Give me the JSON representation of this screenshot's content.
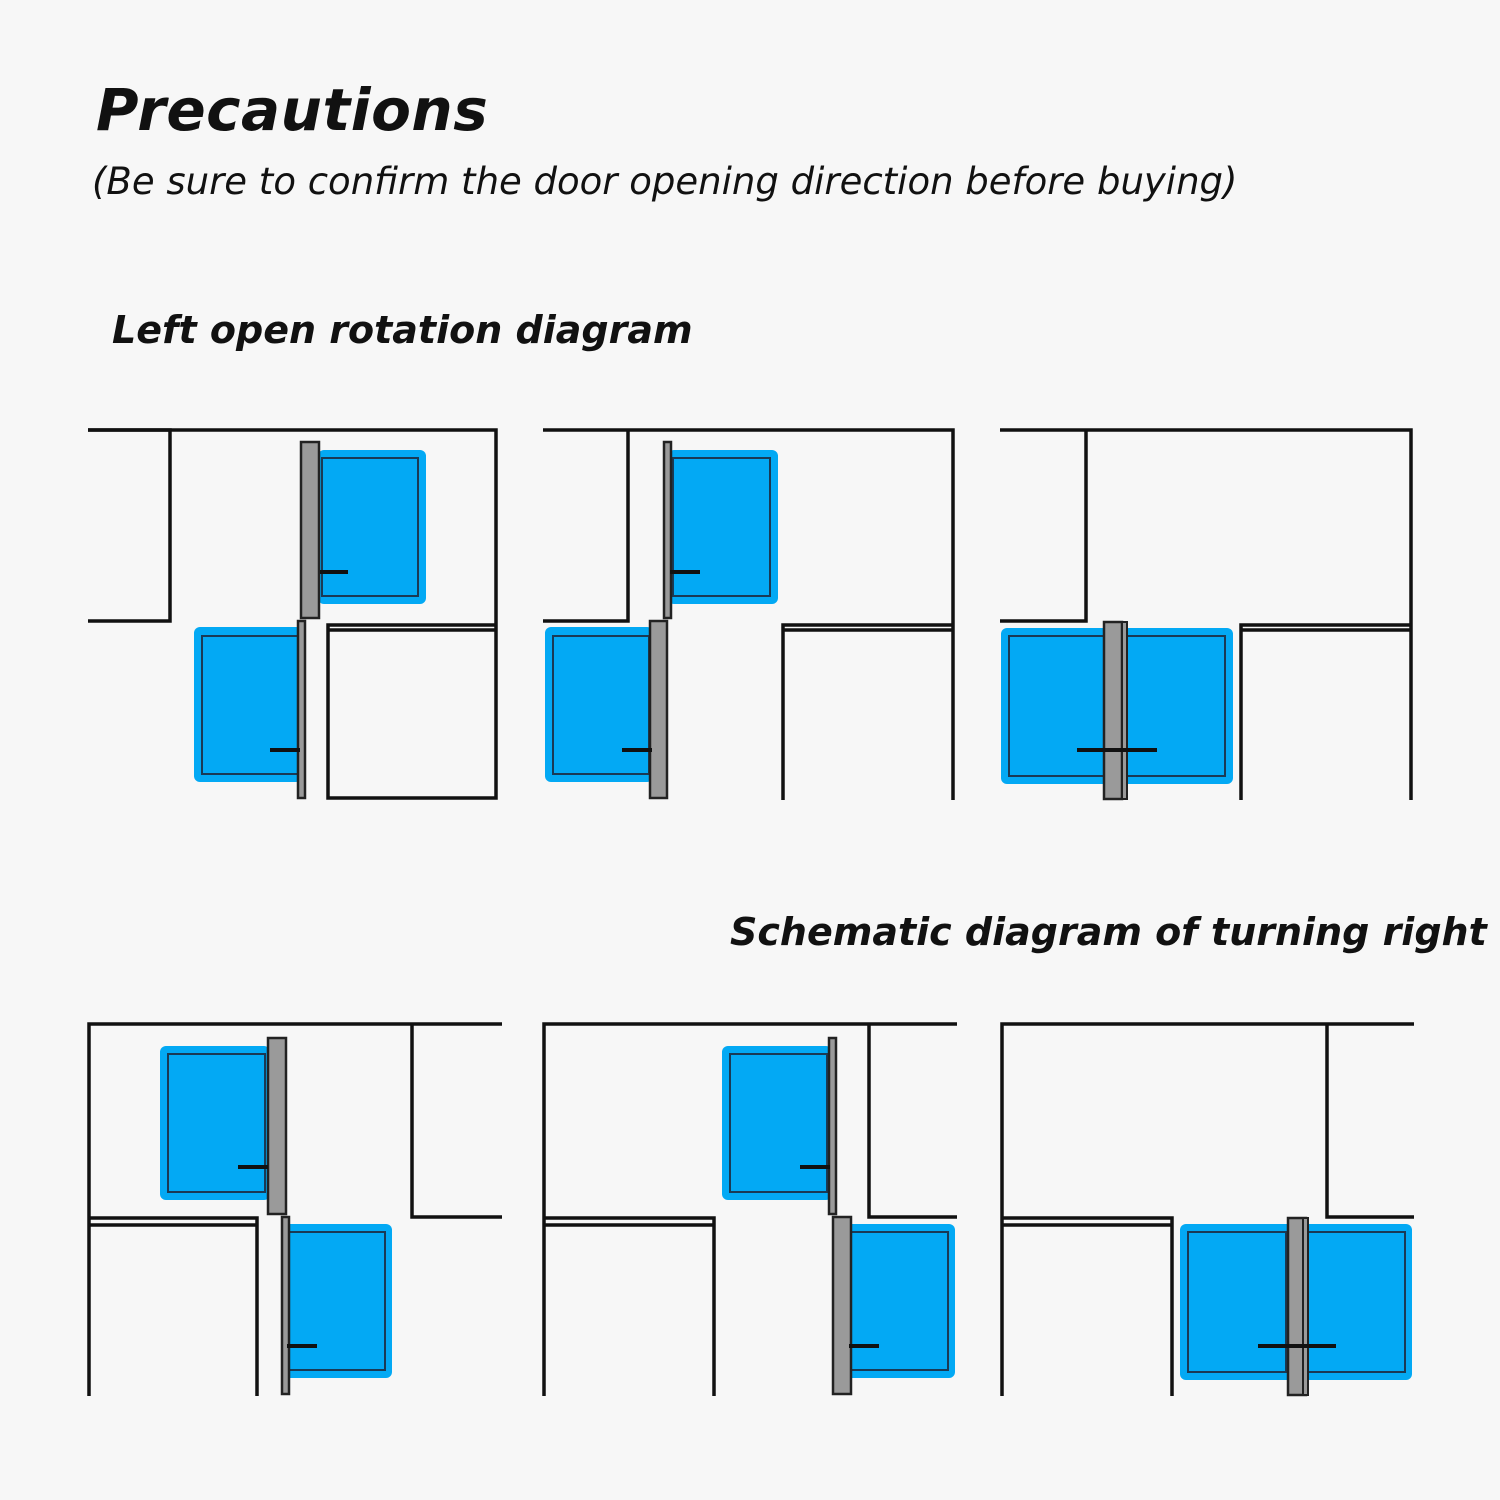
{
  "header": {
    "title": "Precautions",
    "subtitle": "(Be sure to confirm the door opening direction before buying)"
  },
  "sections": {
    "left": {
      "title": "Left open rotation diagram"
    },
    "right": {
      "title": "Schematic diagram of turning right"
    }
  },
  "colors": {
    "background": "#f7f7f7",
    "door": "#03a9f4",
    "line": "#111111",
    "hinge": "#9a9a9a"
  }
}
